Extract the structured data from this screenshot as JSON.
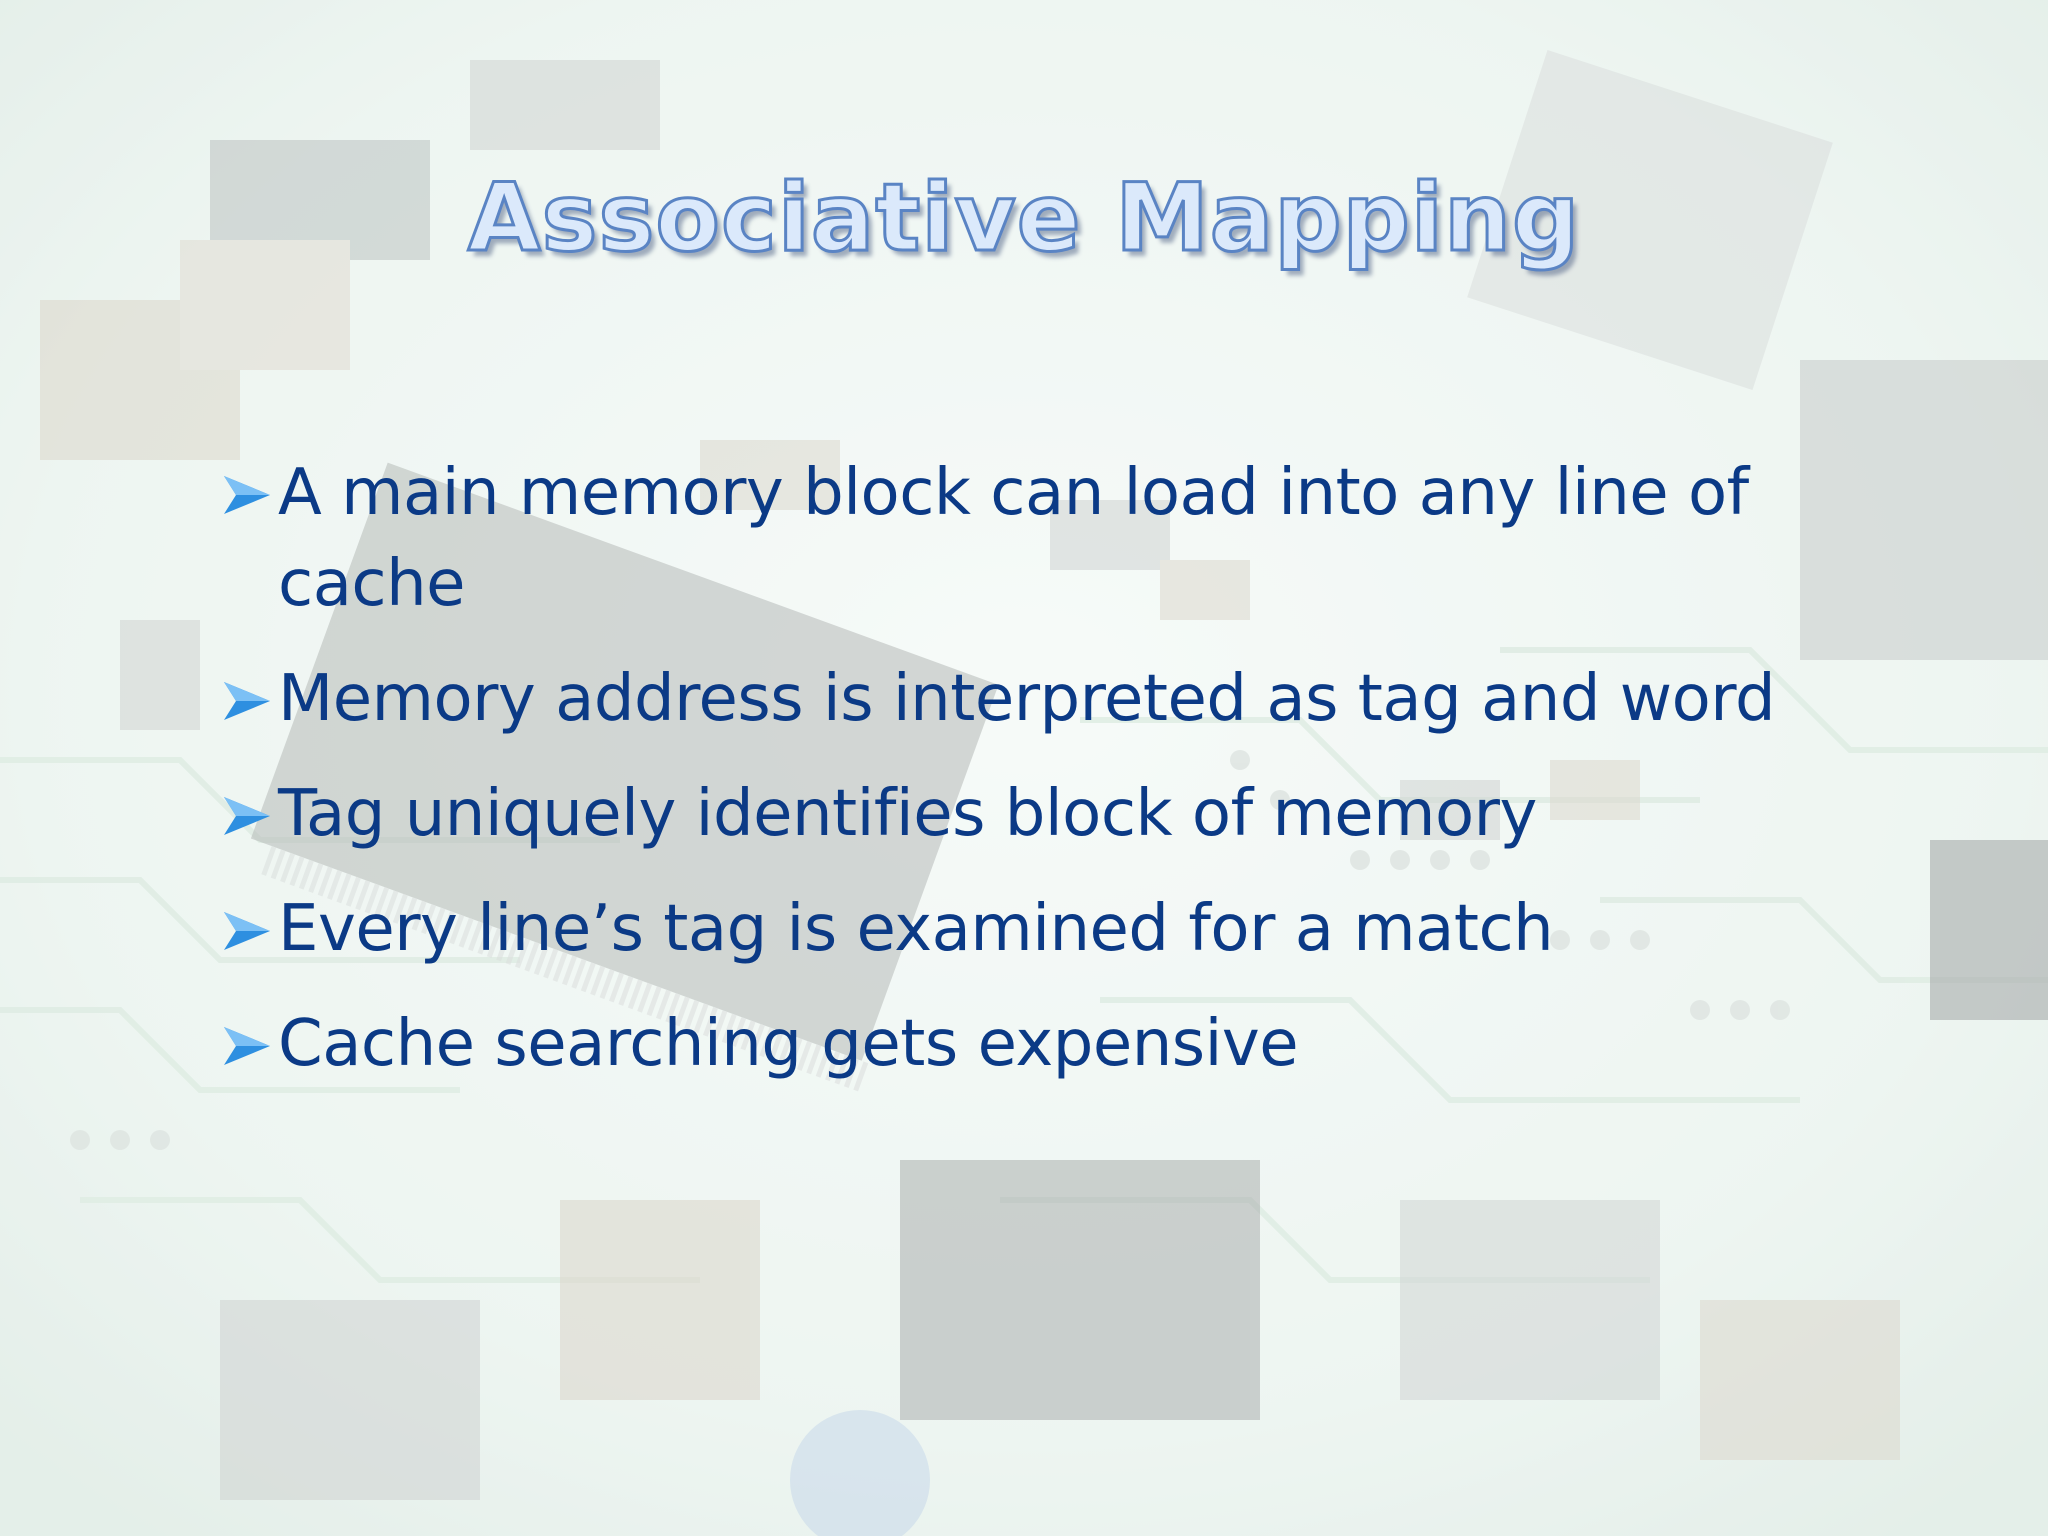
{
  "slide": {
    "title": "Associative Mapping",
    "bullets": [
      "A main memory block can load into any line of cache",
      "Memory address is interpreted as tag and word",
      "Tag uniquely identifies block of memory",
      "Every line’s tag is examined for a match",
      "Cache searching gets expensive"
    ],
    "bullet_icon": "arrowhead-bullet-icon",
    "background": "circuit-board-photo",
    "colors": {
      "text": "#0b3a86",
      "bullet": "#2e8fe0",
      "title_fill": "#dbe9fb",
      "title_outline": "#5a84c4"
    }
  }
}
